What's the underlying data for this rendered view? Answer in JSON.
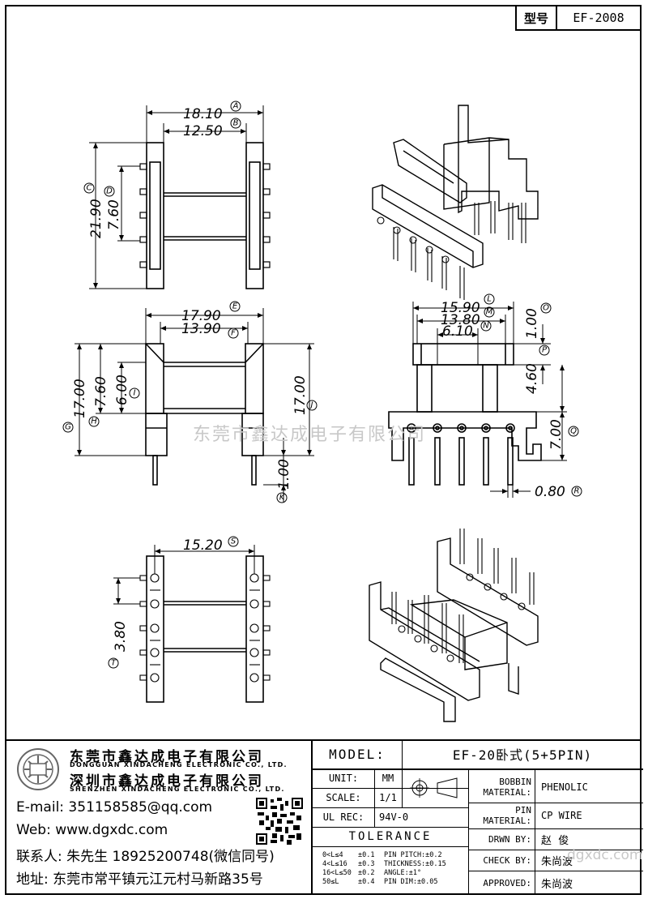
{
  "header": {
    "type_label": "型号",
    "type_value": "EF-2008"
  },
  "dimensions": {
    "top_view": {
      "A": "18.10",
      "B": "12.50",
      "C": "21.90",
      "D": "7.60"
    },
    "front_view": {
      "E": "17.90",
      "F": "13.90",
      "G": "17.00",
      "H": "7.60",
      "I": "6.00",
      "J": "17.00",
      "K": "1.00"
    },
    "side_view": {
      "L": "15.90",
      "M": "13.80",
      "N": "6.10",
      "O": "1.00",
      "P": "4.60",
      "Q": "7.00",
      "R": "0.80"
    },
    "bottom_view": {
      "S": "15.20",
      "T": "3.80"
    },
    "letters": {
      "A": "A",
      "B": "B",
      "C": "C",
      "D": "D",
      "E": "E",
      "F": "F",
      "G": "G",
      "H": "H",
      "I": "I",
      "J": "J",
      "K": "K",
      "L": "L",
      "M": "M",
      "N": "N",
      "O": "O",
      "P": "P",
      "Q": "Q",
      "R": "R",
      "S": "S",
      "T": "T"
    }
  },
  "watermark": "东莞市鑫达成电子有限公司",
  "watermark2": "dgxdc.com",
  "company": {
    "name_cn_1": "东莞市鑫达成电子有限公司",
    "name_en_1": "DONGGUAN XINDACHENG ELECTRONIC CO., LTD.",
    "name_cn_2": "深圳市鑫达成电子有限公司",
    "name_en_2": "SHENZHEN XINDACHENG ELECTRONIC CO., LTD.",
    "email": "E-mail: 351158585@qq.com",
    "web": "Web: www.dgxdc.com",
    "contact": "联系人: 朱先生 18925200748(微信同号)",
    "address": "地址: 东莞市常平镇元江元村马新路35号"
  },
  "title_block": {
    "model_label": "MODEL:",
    "model_value": "EF-20卧式(5+5PIN)",
    "unit_label": "UNIT:",
    "unit_value": "MM",
    "scale_label": "SCALE:",
    "scale_value": "1/1",
    "ulrec_label": "UL REC:",
    "ulrec_value": "94V-0",
    "tolerance_label": "TOLERANCE",
    "bobbin_label_1": "BOBBIN",
    "bobbin_label_2": "MATERIAL:",
    "bobbin_value": "PHENOLIC",
    "pin_label_1": "PIN",
    "pin_label_2": "MATERIAL:",
    "pin_value": "CP WIRE",
    "drwn_label": "DRWN BY:",
    "drwn_value": "赵  俊",
    "check_label": "CHECK BY:",
    "check_value": "朱尚波",
    "approved_label": "APPROVED:",
    "approved_value": "朱尚波",
    "tol_rows": [
      {
        "range": "0<L≤4",
        "val": "±0.1",
        "item": "PIN PITCH:±0.2"
      },
      {
        "range": "4<L≤16",
        "val": "±0.3",
        "item": "THICKNESS:±0.15"
      },
      {
        "range": "16<L≤50",
        "val": "±0.2",
        "item": "ANGLE:±1°"
      },
      {
        "range": "50≤L",
        "val": "±0.4",
        "item": "PIN DIM:±0.05"
      }
    ]
  }
}
